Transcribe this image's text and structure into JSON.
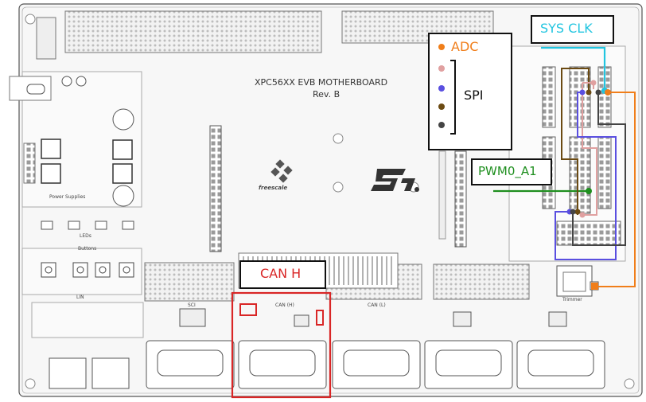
{
  "board": {
    "title_line1": "XPC56XX EVB MOTHERBOARD",
    "title_line2": "Rev. B",
    "brand_logo_text": "freescale",
    "section_power": "Power Supplies",
    "section_leds": "LEDs",
    "section_buttons": "Buttons",
    "label_trimmer": "Trimmer",
    "label_lin": "LIN",
    "label_sci": "SCI",
    "label_can_h_silk": "CAN (H)",
    "label_can_l_silk": "CAN (L)"
  },
  "annotations": {
    "sys_clk": {
      "label": "SYS CLK",
      "color": "#22c5e0"
    },
    "adc": {
      "label": "ADC",
      "color": "#f07e1a"
    },
    "spi": {
      "label": "SPI"
    },
    "pwm": {
      "label": "PWM0_A1",
      "color": "#1f8f1f"
    },
    "can_h": {
      "label": "CAN H",
      "color": "#d92626"
    }
  },
  "spi_colors": {
    "pin1": "#e0a0a0",
    "pin2": "#5a4fe0",
    "pin3": "#6b4a12",
    "pin4": "#444444"
  }
}
